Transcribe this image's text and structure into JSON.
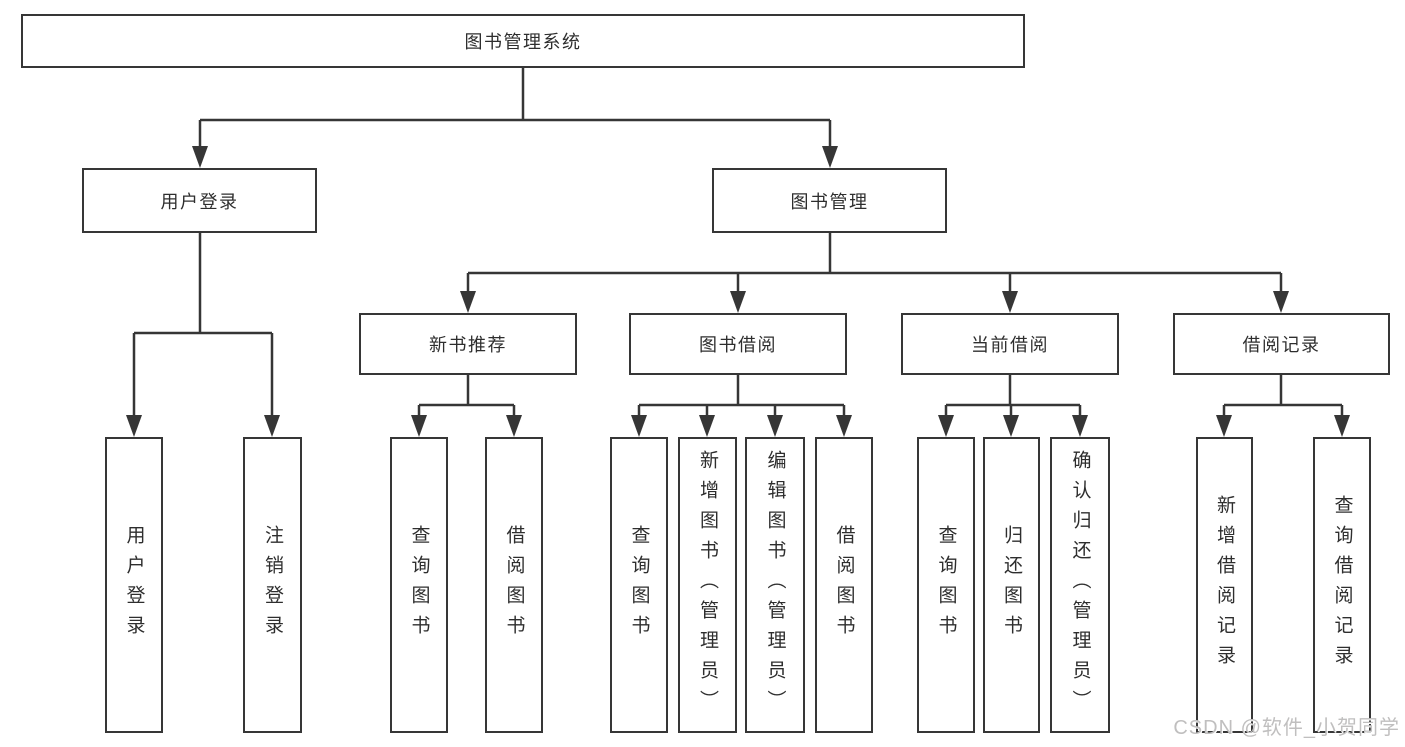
{
  "tree": {
    "root": {
      "label": "图书管理系统"
    },
    "branches": [
      {
        "label": "用户登录",
        "children": [
          {
            "label": "用户登录"
          },
          {
            "label": "注销登录"
          }
        ]
      },
      {
        "label": "图书管理",
        "children": [
          {
            "label": "新书推荐",
            "children": [
              {
                "label": "查询图书"
              },
              {
                "label": "借阅图书"
              }
            ]
          },
          {
            "label": "图书借阅",
            "children": [
              {
                "label": "查询图书"
              },
              {
                "label": "新增图书（管理员）"
              },
              {
                "label": "编辑图书（管理员）"
              },
              {
                "label": "借阅图书"
              }
            ]
          },
          {
            "label": "当前借阅",
            "children": [
              {
                "label": "查询图书"
              },
              {
                "label": "归还图书"
              },
              {
                "label": "确认归还（管理员）"
              }
            ]
          },
          {
            "label": "借阅记录",
            "children": [
              {
                "label": "新增借阅记录"
              },
              {
                "label": "查询借阅记录"
              }
            ]
          }
        ]
      }
    ]
  },
  "watermark": {
    "text": "CSDN @软件_小贺同学"
  },
  "colors": {
    "line": "#363636",
    "text": "#2e2e2e",
    "watermark": "#c0bfbf",
    "box_fill": "#ffffff"
  }
}
